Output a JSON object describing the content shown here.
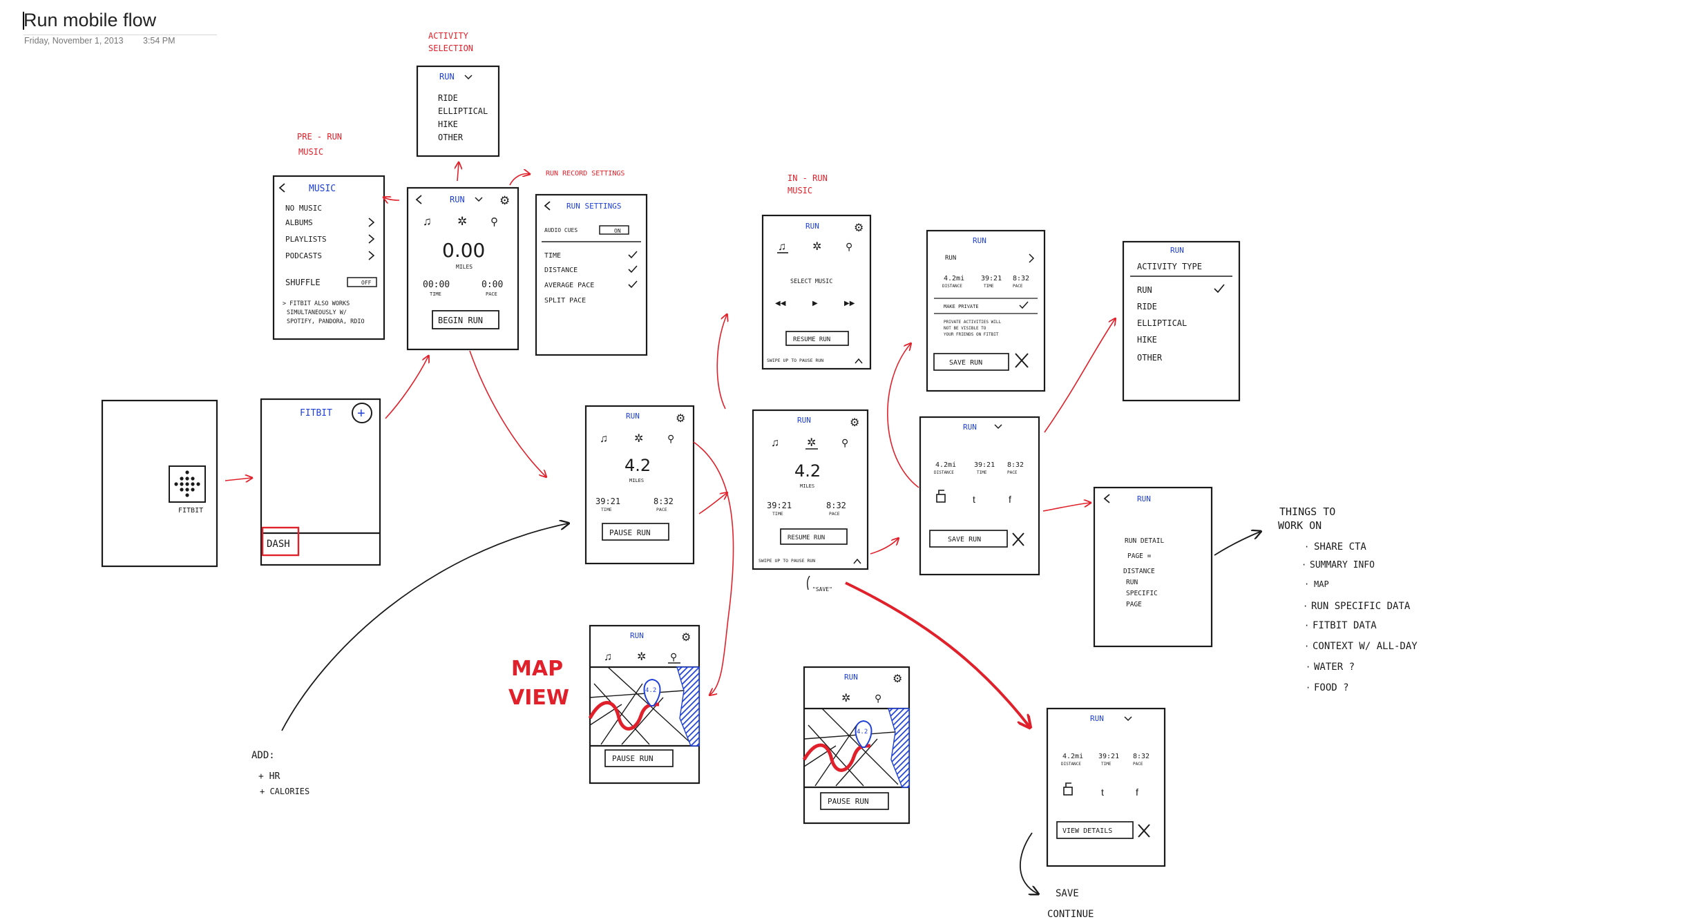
{
  "page": {
    "title": "Run mobile flow",
    "date": "Friday, November 1, 2013",
    "time": "3:54 PM"
  },
  "colors": {
    "ink": "#1a1a1a",
    "annotation": "#e0202a",
    "accent": "#1d3fd6"
  },
  "annotations": {
    "activity_selection": [
      "ACTIVITY",
      "SELECTION"
    ],
    "pre_run_music": [
      "PRE - RUN",
      "MUSIC"
    ],
    "run_record_settings": "RUN RECORD SETTINGS",
    "in_run_music": [
      "IN - RUN",
      "MUSIC"
    ],
    "map_view": [
      "MAP",
      "VIEW"
    ],
    "save_note": "\"SAVE\"",
    "add_note": [
      "ADD:",
      "+ HR",
      "+ CALORIES"
    ],
    "things_to_work_on": {
      "heading": [
        "THINGS TO",
        "WORK ON"
      ],
      "items": [
        "SHARE CTA",
        "SUMMARY INFO",
        "MAP",
        "RUN SPECIFIC DATA",
        "FITBIT DATA",
        "CONTEXT W/ ALL-DAY",
        "WATER ?",
        "FOOD ?"
      ]
    },
    "save_continue": [
      "SAVE",
      "CONTINUE"
    ]
  },
  "screens": {
    "launcher": {
      "app_label": "FITBIT"
    },
    "home": {
      "title": "FITBIT",
      "dash_label": "DASH"
    },
    "activity_selection": {
      "selected": "RUN",
      "options": [
        "RIDE",
        "ELLIPTICAL",
        "HIKE",
        "OTHER"
      ]
    },
    "music": {
      "title": "MUSIC",
      "items": [
        "NO MUSIC",
        "ALBUMS",
        "PLAYLISTS",
        "PODCASTS"
      ],
      "shuffle_label": "SHUFFLE",
      "shuffle_state": "OFF",
      "note": [
        "> FITBIT ALSO WORKS",
        "SIMULTANEOUSLY W/",
        "SPOTIFY, PANDORA, RDIO"
      ]
    },
    "pre_run": {
      "title": "RUN",
      "distance": "0.00",
      "distance_unit": "MILES",
      "time": "00:00",
      "time_label": "TIME",
      "pace": "0:00",
      "pace_label": "PACE",
      "cta": "BEGIN RUN"
    },
    "run_settings": {
      "title": "RUN SETTINGS",
      "audio_cues_label": "AUDIO CUES",
      "audio_cues_state": "ON",
      "cues": [
        "TIME",
        "DISTANCE",
        "AVERAGE PACE",
        "SPLIT PACE"
      ]
    },
    "in_run_music": {
      "title": "RUN",
      "select_label": "SELECT MUSIC",
      "prev": "◀◀",
      "play": "▶",
      "next": "▶▶",
      "cta": "RESUME RUN",
      "swipe_hint": "SWIPE UP TO PAUSE RUN"
    },
    "running": {
      "title": "RUN",
      "distance": "4.2",
      "distance_unit": "MILES",
      "time": "39:21",
      "time_label": "TIME",
      "pace": "8:32",
      "pace_label": "PACE",
      "cta": "PAUSE RUN"
    },
    "paused": {
      "title": "RUN",
      "distance": "4.2",
      "distance_unit": "MILES",
      "time": "39:21",
      "time_label": "TIME",
      "pace": "8:32",
      "pace_label": "PACE",
      "cta": "RESUME RUN",
      "swipe_hint": "SWIPE UP TO PAUSE RUN"
    },
    "summary_top": {
      "title": "RUN",
      "activity": "RUN",
      "distance": "4.2mi",
      "distance_label": "DISTANCE",
      "time": "39:21",
      "time_label": "TIME",
      "pace": "8:32",
      "pace_label": "PACE",
      "make_private": "MAKE PRIVATE",
      "privacy_note": [
        "PRIVATE ACTIVITIES WILL",
        "NOT BE VISIBLE TO",
        "YOUR FRIENDS ON FITBIT"
      ],
      "cta": "SAVE RUN"
    },
    "summary_share": {
      "title": "RUN",
      "distance": "4.2mi",
      "distance_label": "DISTANCE",
      "time": "39:21",
      "time_label": "TIME",
      "pace": "8:32",
      "pace_label": "PACE",
      "cta": "SAVE RUN"
    },
    "activity_type": {
      "title": "RUN",
      "heading": "ACTIVITY TYPE",
      "options": [
        "RUN",
        "RIDE",
        "ELLIPTICAL",
        "HIKE",
        "OTHER"
      ]
    },
    "run_detail": {
      "title": "RUN",
      "lines": [
        "RUN DETAIL",
        "PAGE =",
        "DISTANCE",
        "RUN",
        "SPECIFIC",
        "PAGE"
      ]
    },
    "map_view": {
      "title": "RUN",
      "marker": "4.2",
      "cta": "PAUSE RUN"
    },
    "map_view_2": {
      "title": "RUN",
      "marker": "4.2",
      "cta": "PAUSE RUN"
    },
    "saved": {
      "title": "RUN",
      "distance": "4.2mi",
      "distance_label": "DISTANCE",
      "time": "39:21",
      "time_label": "TIME",
      "pace": "8:32",
      "pace_label": "PACE",
      "cta": "VIEW DETAILS"
    }
  }
}
